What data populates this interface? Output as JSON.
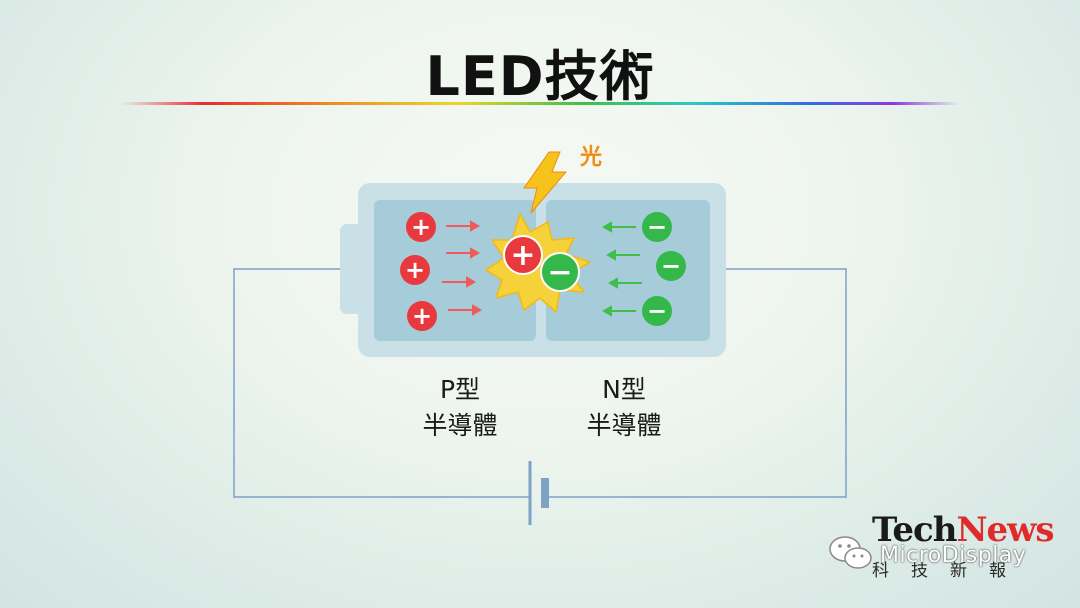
{
  "title": "LED技術",
  "light_label": "光",
  "p_type": {
    "line1": "P型",
    "line2": "半導體"
  },
  "n_type": {
    "line1": "N型",
    "line2": "半導體"
  },
  "holes_symbol": "+",
  "electrons_symbol": "−",
  "colors": {
    "hole": "#e83a3e",
    "electron": "#33b849",
    "battery_outer": "#c8e0e6",
    "battery_inner": "#a6ccd9",
    "circuit": "#7da2c4",
    "flash": "#f6c21c",
    "light_label": "#f08c12",
    "arrow_red": "#ef5a5a",
    "arrow_green": "#3fbf4a"
  },
  "watermark": {
    "tech": "Tech",
    "news": "News",
    "micro": "MicroDisplay",
    "cn": "科技新報"
  }
}
